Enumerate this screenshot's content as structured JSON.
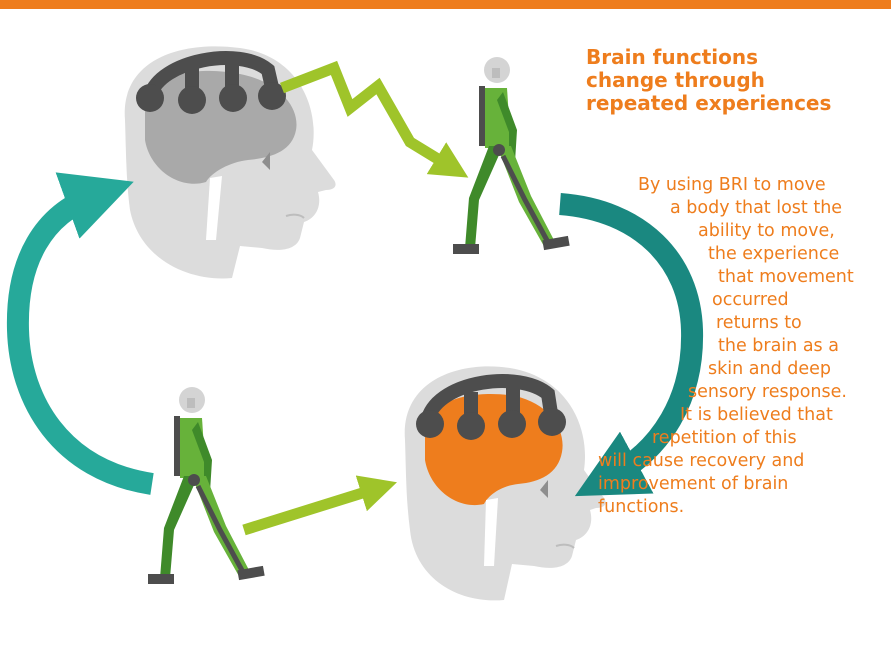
{
  "colors": {
    "accent_orange": "#ee7d1d",
    "brain_active": "#ee7d1d",
    "teal": "#26a99a",
    "teal_dark": "#1a8880",
    "green_arrow": "#9fc42a",
    "head_gray": "#dcdcdc",
    "brain_gray": "#a9a9a9",
    "electrode_dark": "#4d4d4d",
    "walker_green": "#67b23a",
    "walker_green_dark": "#3f8a2a"
  },
  "icons": [
    "head-with-bci-headset-icon",
    "brain-icon",
    "walking-person-exoskeleton-icon",
    "cycle-arrow-icon",
    "zigzag-arrow-icon"
  ],
  "title_lines": [
    "Brain functions",
    "change through",
    "repeated experiences"
  ],
  "description_lines": [
    "By using BRI to move",
    "a body that lost the",
    "ability to move,",
    "the experience",
    "that movement",
    "occurred",
    "returns to",
    "the brain as a",
    "skin and deep",
    "sensory response.",
    "It is believed that",
    "repetition of this",
    "will cause recovery and",
    "improvement of brain",
    "functions."
  ]
}
